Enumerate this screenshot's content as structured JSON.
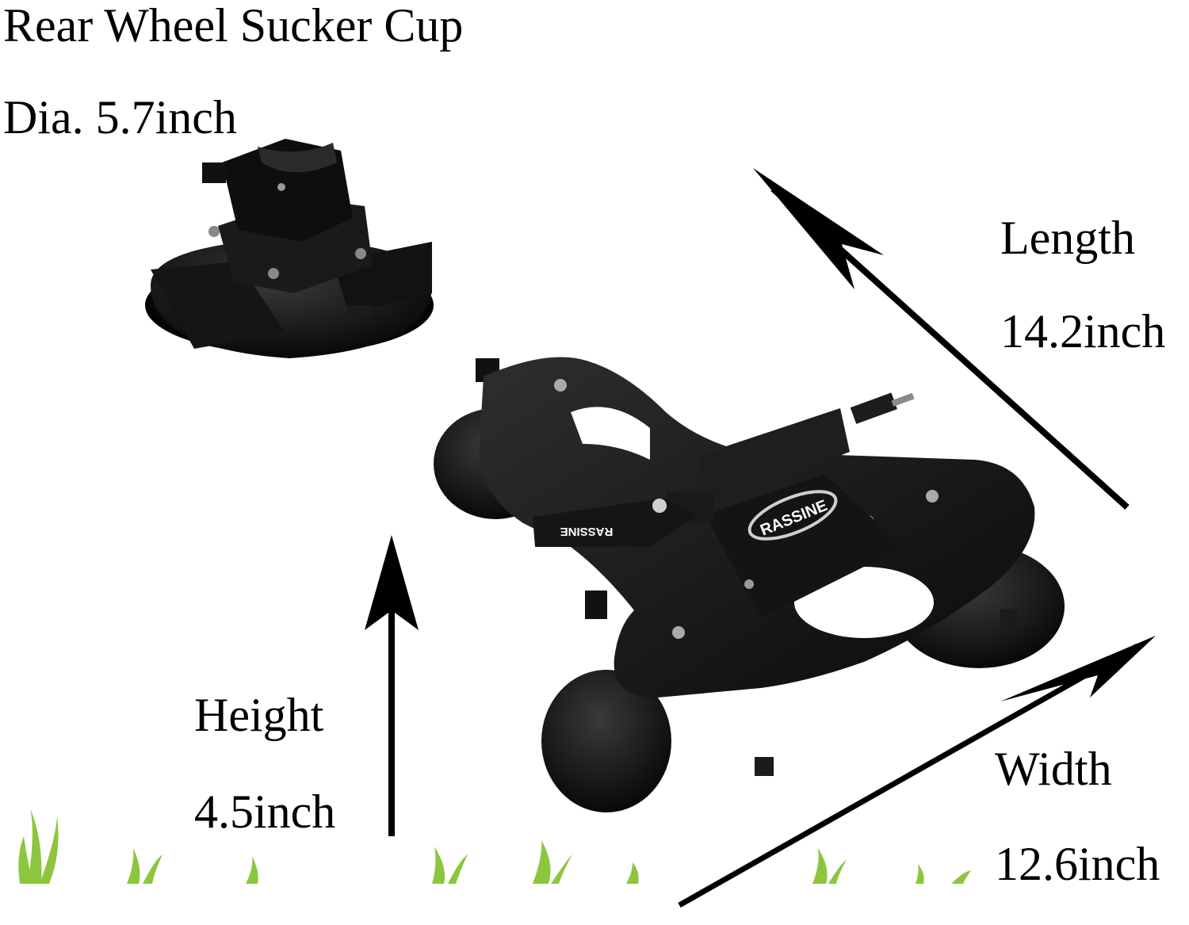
{
  "rear_cup": {
    "title": "Rear Wheel Sucker Cup",
    "diameter": "Dia. 5.7inch"
  },
  "length": {
    "label": "Length",
    "value": "14.2inch"
  },
  "height": {
    "label": "Height",
    "value": "4.5inch"
  },
  "width": {
    "label": "Width",
    "value": "12.6inch"
  },
  "brand": {
    "mount_logo": "RASSINE",
    "lever_text": "RASSINE"
  },
  "colors": {
    "product": "#0f0f0f",
    "grass": "#8cc63f",
    "text": "#000000"
  }
}
